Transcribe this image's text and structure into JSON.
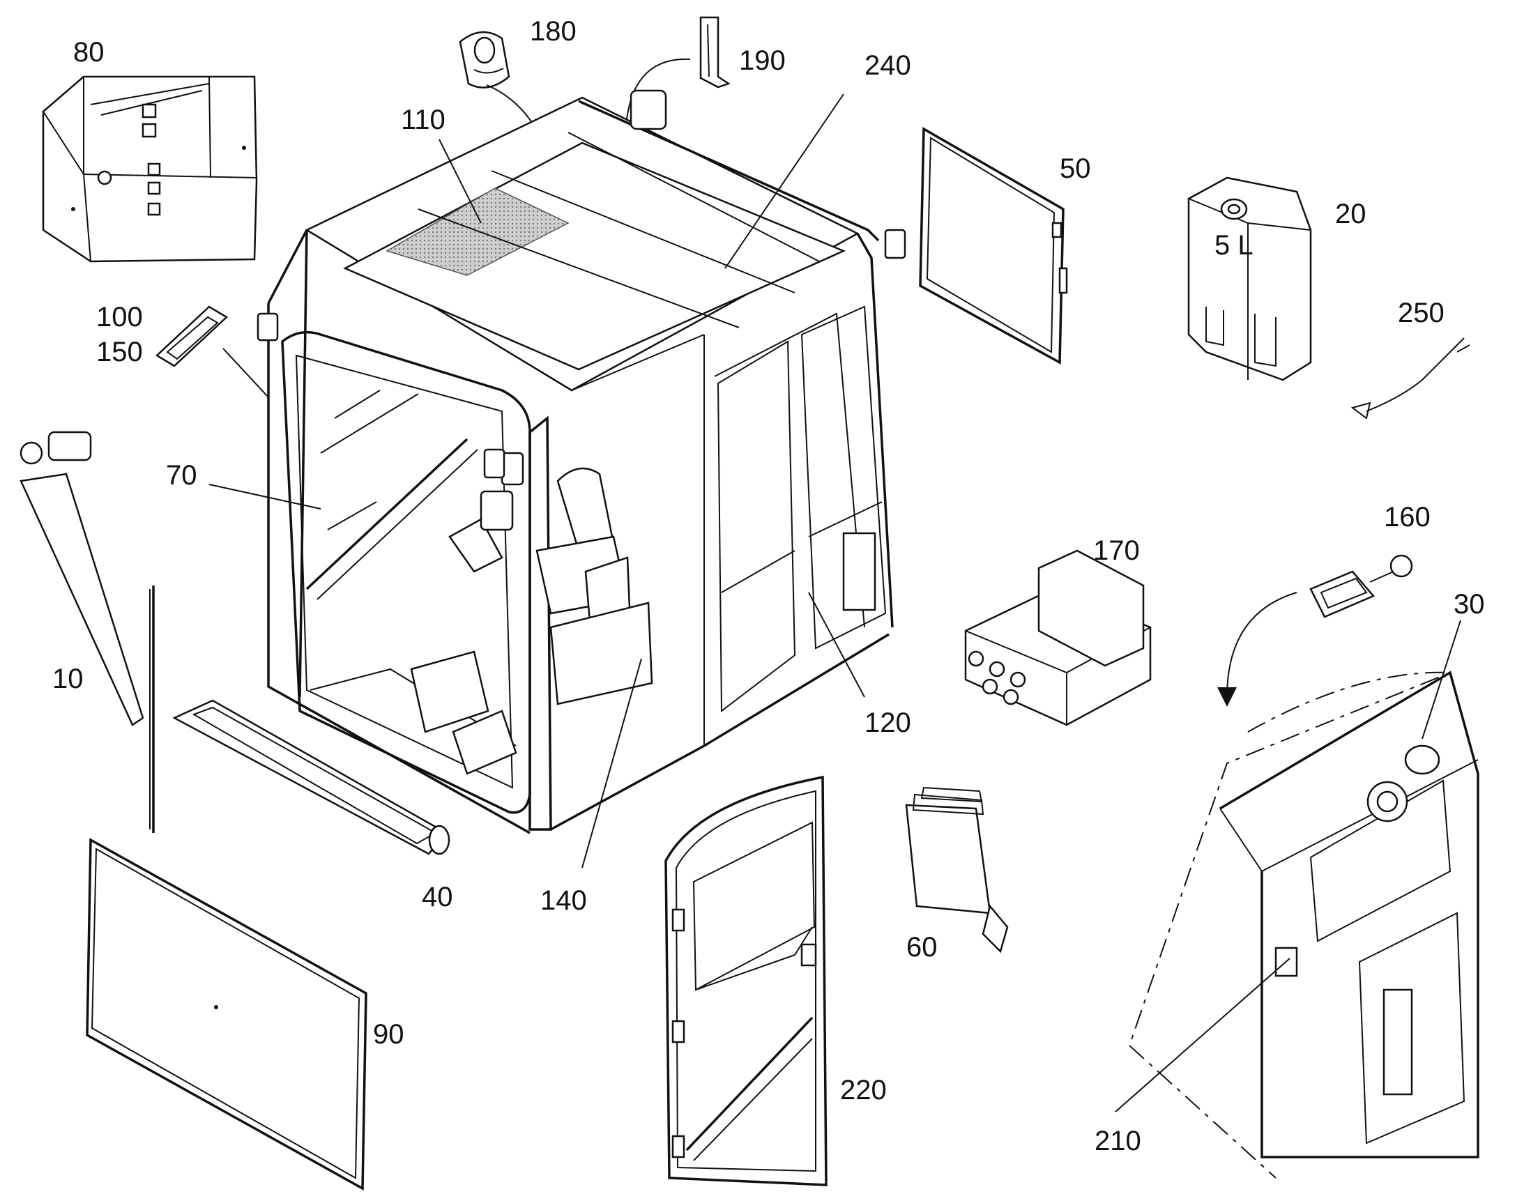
{
  "labels": {
    "l10": "10",
    "l20": "20",
    "l30": "30",
    "l40": "40",
    "l50": "50",
    "l60": "60",
    "l70": "70",
    "l80": "80",
    "l90": "90",
    "l100": "100",
    "l110": "110",
    "l120": "120",
    "l140": "140",
    "l150": "150",
    "l160": "160",
    "l170": "170",
    "l180": "180",
    "l190": "190",
    "l210": "210",
    "l220": "220",
    "l240": "240",
    "l250": "250"
  },
  "tank_marking": "5 L"
}
